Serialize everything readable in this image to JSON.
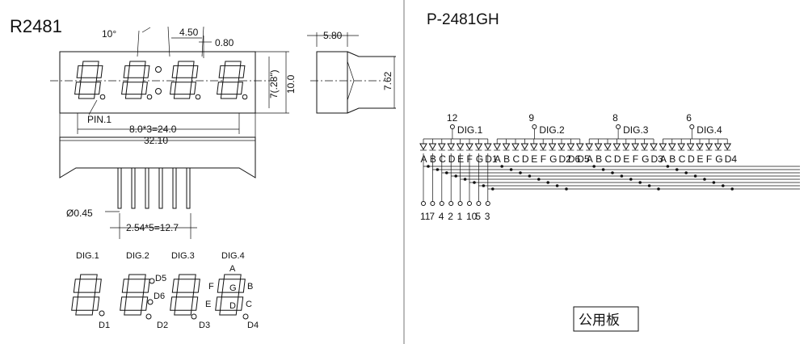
{
  "left_title": "R2481",
  "right_title": "P-2481GH",
  "dimensions": {
    "angle": "10°",
    "pitch": "4.50",
    "seg_w": "0.80",
    "depth": "5.80",
    "digit_h": "7(.28\")",
    "body_h": "10.0",
    "pin_row": "7.62",
    "pin_label": "PIN.1",
    "digit_span": "8.0*3=24.0",
    "body_w": "32.10",
    "pin_dia": "Ø0.45",
    "pin_span": "2.54*5=12.7"
  },
  "digits": [
    {
      "label": "DIG.1",
      "dp": "D1"
    },
    {
      "label": "DIG.2",
      "dp": "D2"
    },
    {
      "label": "DIG.3",
      "dp": "D3"
    },
    {
      "label": "DIG.4",
      "dp": "D4"
    }
  ],
  "colon_labels": [
    "D5",
    "D6"
  ],
  "segment_names": {
    "a": "A",
    "b": "B",
    "c": "C",
    "d": "D",
    "e": "E",
    "f": "F",
    "g": "G"
  },
  "schematic": {
    "groups": [
      {
        "label": "DIG.1",
        "common_pin": "12",
        "leds": [
          "A",
          "B",
          "C",
          "D",
          "E",
          "F",
          "G",
          "D1"
        ]
      },
      {
        "label": "DIG.2",
        "common_pin": "9",
        "leds": [
          "A",
          "B",
          "C",
          "D",
          "E",
          "F",
          "G",
          "D2",
          "D6",
          "D5"
        ]
      },
      {
        "label": "DIG.3",
        "common_pin": "8",
        "leds": [
          "A",
          "B",
          "C",
          "D",
          "E",
          "F",
          "G",
          "D3"
        ]
      },
      {
        "label": "DIG.4",
        "common_pin": "6",
        "leds": [
          "A",
          "B",
          "C",
          "D",
          "E",
          "F",
          "G",
          "D4"
        ]
      }
    ],
    "bottom_pins": [
      "11",
      "7",
      "4",
      "2",
      "1",
      "10",
      "5",
      "3"
    ]
  },
  "note_box": "公用板"
}
